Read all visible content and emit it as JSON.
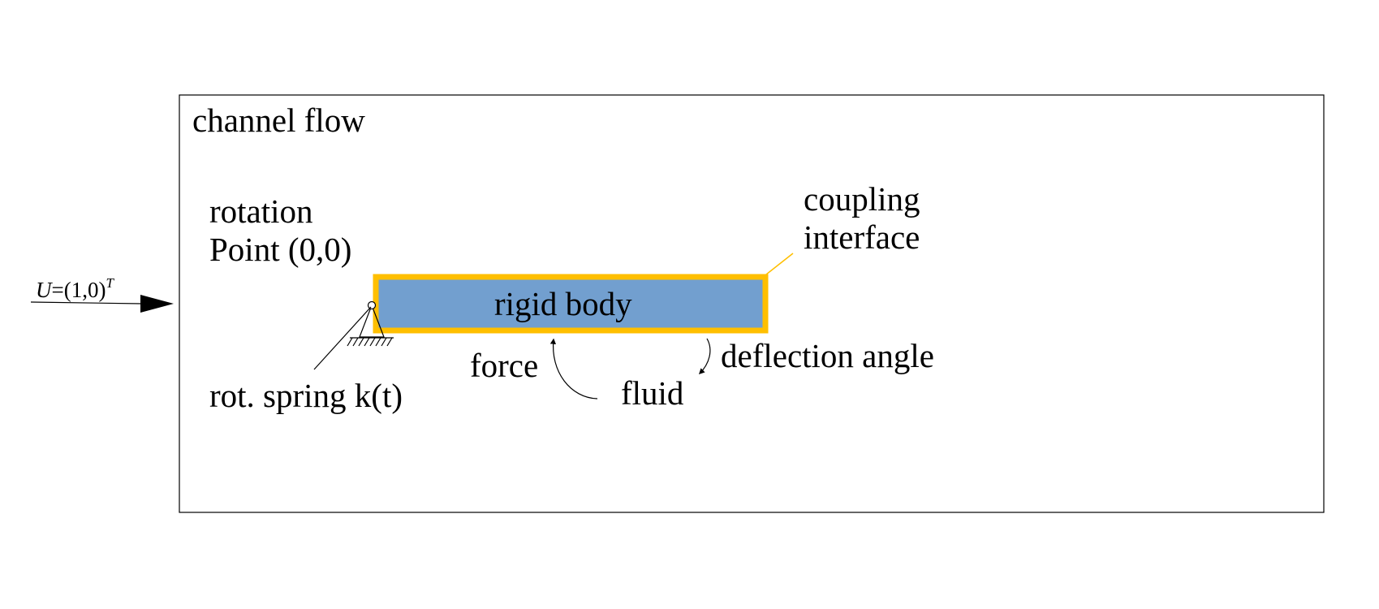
{
  "diagram": {
    "domain_label": "channel flow",
    "inflow": {
      "variable": "U",
      "equals": "=",
      "vector": "(1,0)",
      "superscript": "T"
    },
    "rotation_label_line1": "rotation",
    "rotation_label_line2": "Point (0,0)",
    "coupling_label_line1": "coupling",
    "coupling_label_line2": "interface",
    "body_label": "rigid body",
    "force_label": "force",
    "fluid_label": "fluid",
    "deflection_label": "deflection angle",
    "spring_label": "rot. spring k(t)",
    "colors": {
      "body_fill": "#729fcf",
      "interface": "#ffbf00",
      "line": "#000000",
      "background": "#ffffff"
    }
  }
}
